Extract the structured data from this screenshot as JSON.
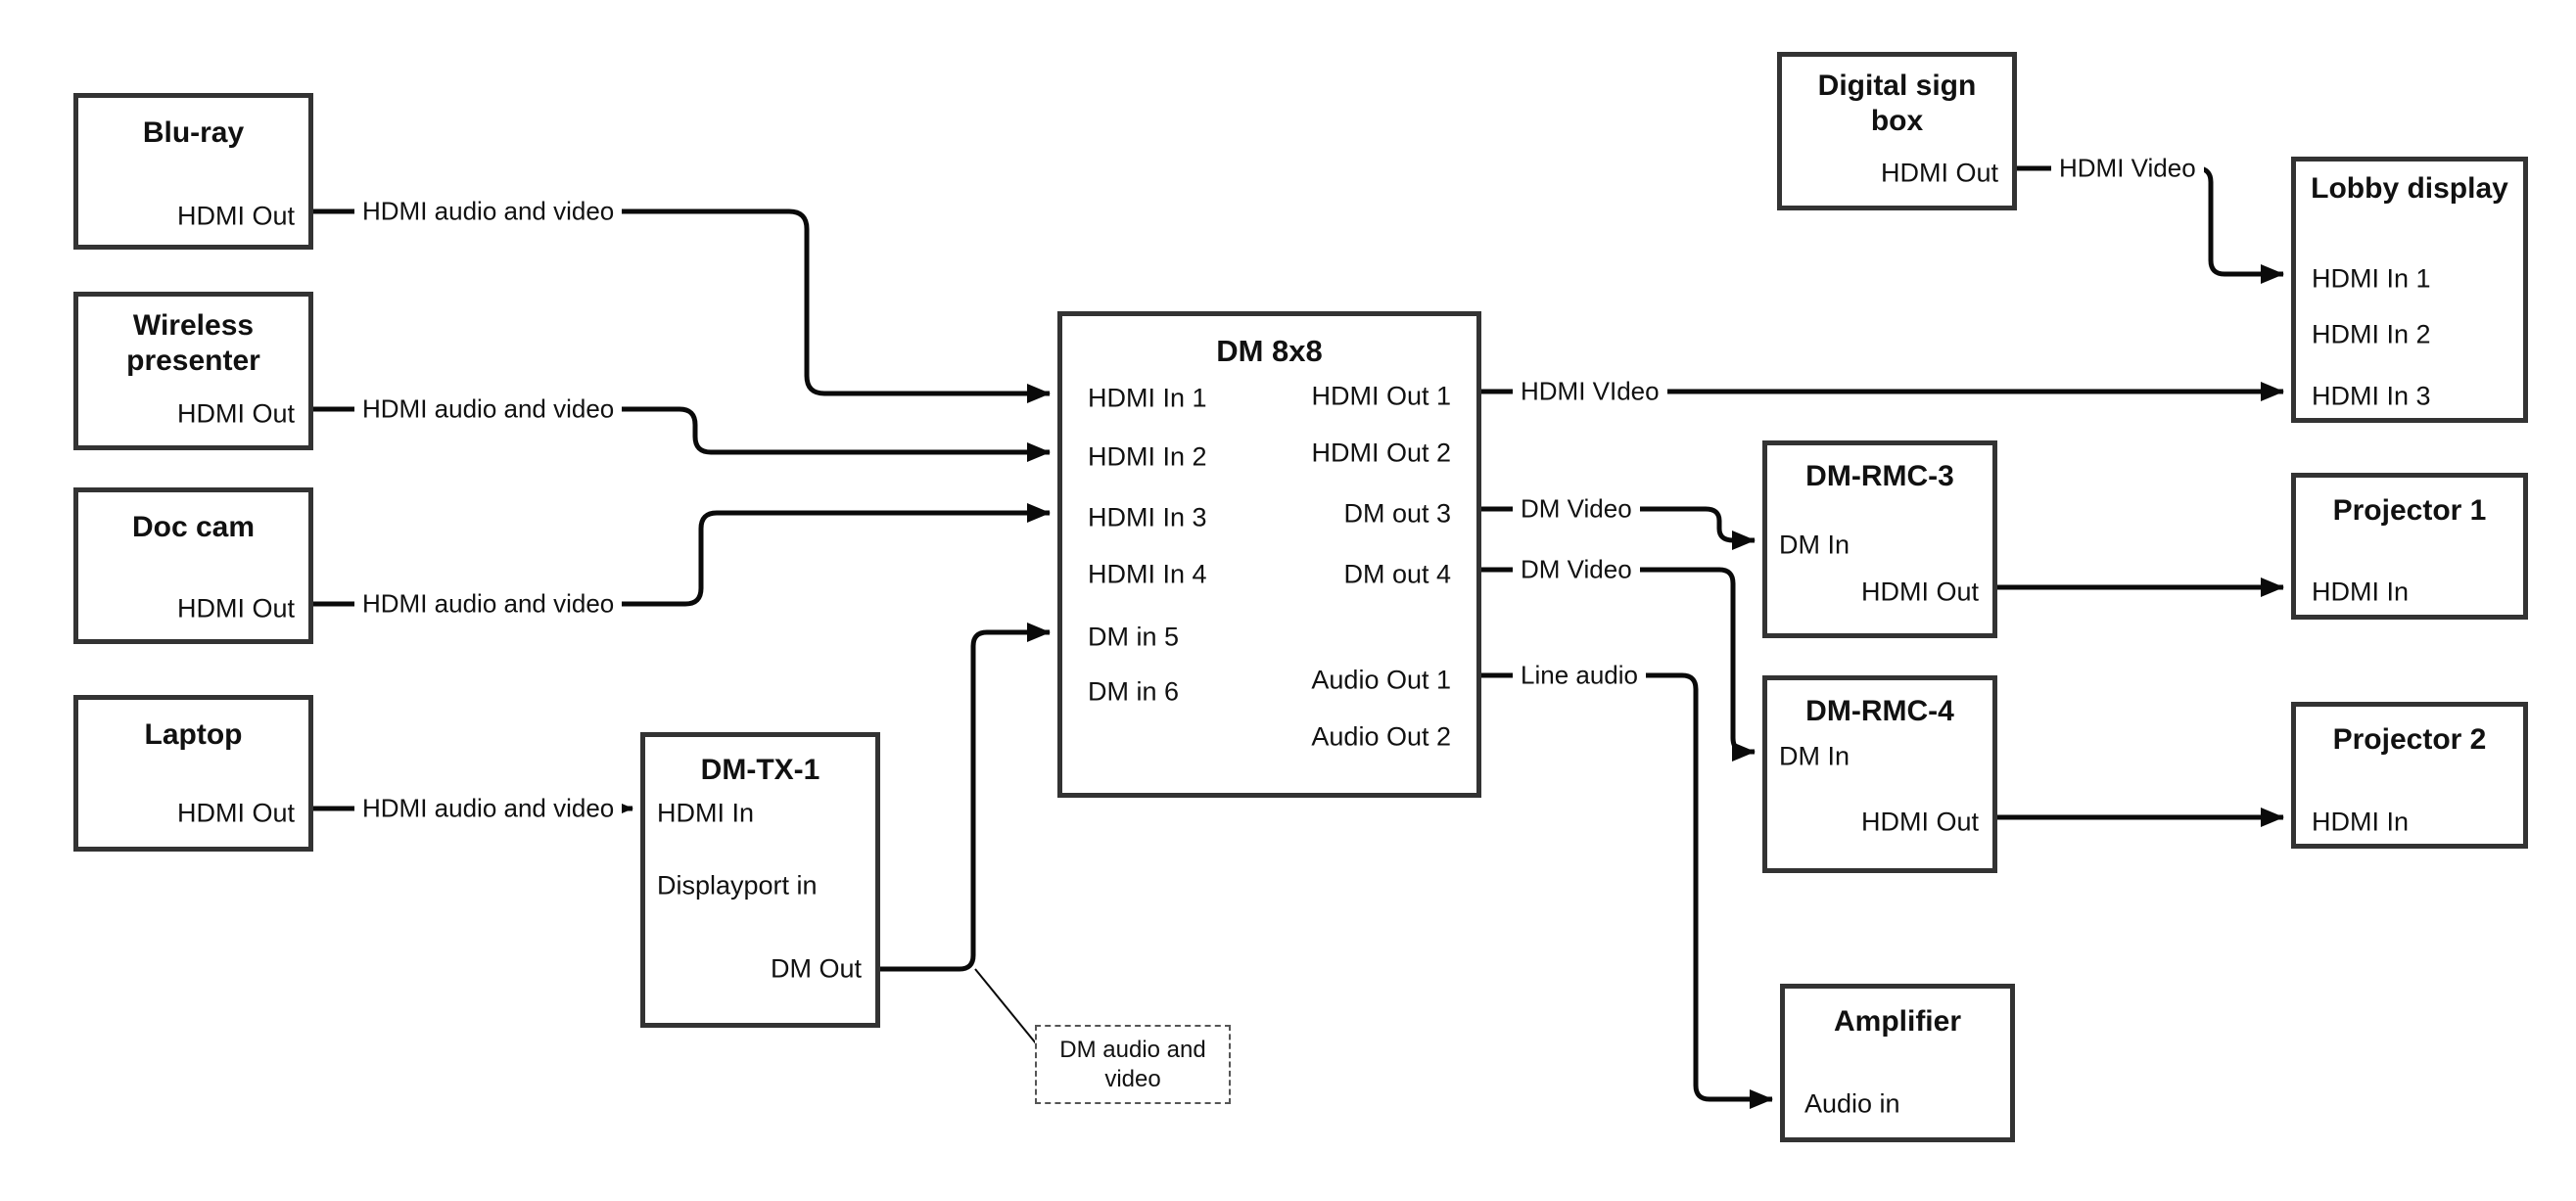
{
  "nodes": {
    "blu_ray": {
      "title": "Blu-ray",
      "port_hdmi_out": "HDMI Out"
    },
    "wireless_presenter": {
      "title": "Wireless presenter",
      "port_hdmi_out": "HDMI Out"
    },
    "doc_cam": {
      "title": "Doc cam",
      "port_hdmi_out": "HDMI Out"
    },
    "laptop": {
      "title": "Laptop",
      "port_hdmi_out": "HDMI Out"
    },
    "dm_tx_1": {
      "title": "DM-TX-1",
      "port_hdmi_in": "HDMI In",
      "port_displayport_in": "Displayport in",
      "port_dm_out": "DM Out"
    },
    "dm_8x8": {
      "title": "DM 8x8",
      "inputs": [
        "HDMI In 1",
        "HDMI In 2",
        "HDMI In 3",
        "HDMI In 4",
        "DM in 5",
        "DM in 6"
      ],
      "outputs": [
        "HDMI Out 1",
        "HDMI Out 2",
        "DM out 3",
        "DM out 4",
        "Audio Out 1",
        "Audio Out 2"
      ]
    },
    "digital_sign_box": {
      "title": "Digital sign box",
      "port_hdmi_out": "HDMI Out"
    },
    "lobby_display": {
      "title": "Lobby display",
      "inputs": [
        "HDMI In 1",
        "HDMI In 2",
        "HDMI In 3"
      ]
    },
    "dm_rmc_3": {
      "title": "DM-RMC-3",
      "port_dm_in": "DM In",
      "port_hdmi_out": "HDMI Out"
    },
    "projector_1": {
      "title": "Projector 1",
      "port_hdmi_in": "HDMI In"
    },
    "dm_rmc_4": {
      "title": "DM-RMC-4",
      "port_dm_in": "DM In",
      "port_hdmi_out": "HDMI Out"
    },
    "projector_2": {
      "title": "Projector 2",
      "port_hdmi_in": "HDMI In"
    },
    "amplifier": {
      "title": "Amplifier",
      "port_audio_in": "Audio in"
    }
  },
  "edge_labels": {
    "hdmi_audio_video": "HDMI audio and video",
    "hdmi_video_out1": "HDMI VIdeo",
    "dm_video": "DM Video",
    "line_audio": "Line audio",
    "hdmi_video_sign": "HDMI Video"
  },
  "note": {
    "text": "DM audio and video"
  }
}
